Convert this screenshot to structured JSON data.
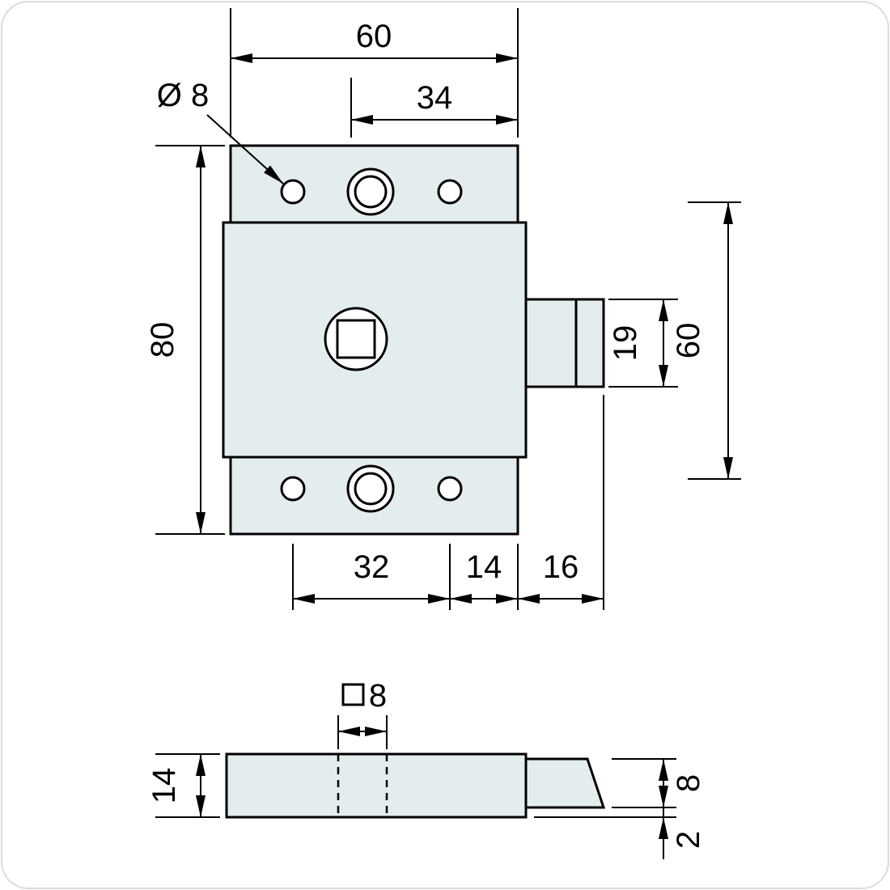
{
  "drawing": {
    "colors": {
      "body_fill": "#e3ecee",
      "line": "#000000"
    },
    "front": {
      "width_total": "60",
      "width_inner": "34",
      "hole_diameter": "Ø 8",
      "height_total": "80",
      "height_right": "60",
      "bolt_height": "19",
      "bottom_width_a": "32",
      "bottom_width_b": "14",
      "bottom_width_c": "16"
    },
    "side": {
      "square_size": "8",
      "plate_thickness": "14",
      "bolt_thickness": "8",
      "clearance": "2"
    }
  }
}
